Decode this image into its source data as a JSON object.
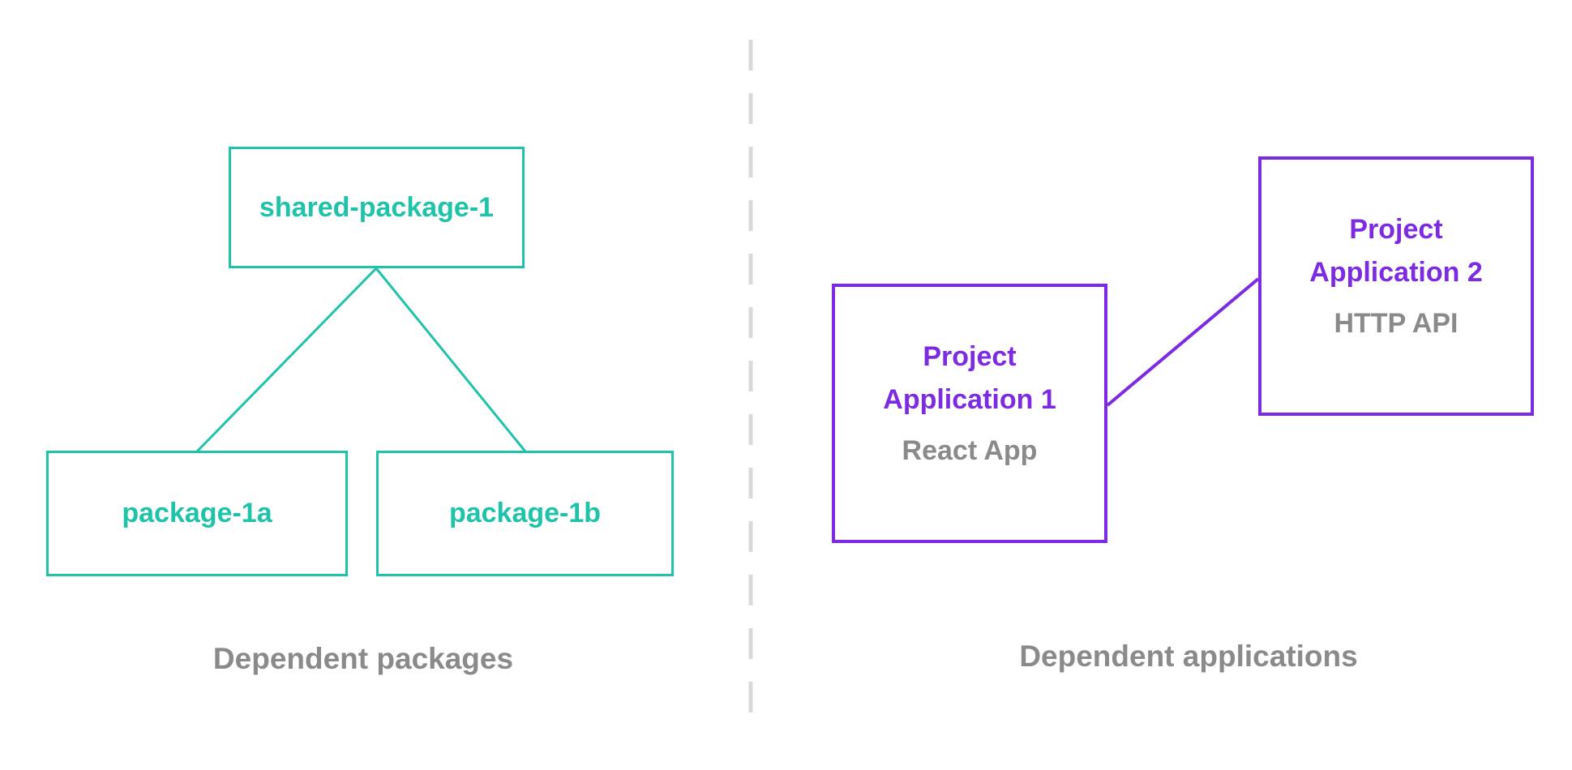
{
  "colors": {
    "teal": "#1FC3AA",
    "purple": "#7C2BE2",
    "subtitle_gray": "#8A8A8A",
    "caption_gray": "#8A8A8A",
    "divider_gray": "#D9D9D9",
    "background": "#FFFFFF"
  },
  "left_panel": {
    "caption": "Dependent packages",
    "nodes": {
      "shared": {
        "label": "shared-package-1"
      },
      "pkg1a": {
        "label": "package-1a"
      },
      "pkg1b": {
        "label": "package-1b"
      }
    },
    "edges": [
      {
        "from": "shared-package-1",
        "to": "package-1a"
      },
      {
        "from": "shared-package-1",
        "to": "package-1b"
      }
    ]
  },
  "right_panel": {
    "caption": "Dependent applications",
    "nodes": {
      "app1": {
        "title": "Project\nApplication 1",
        "subtitle": "React App"
      },
      "app2": {
        "title": "Project\nApplication 2",
        "subtitle": "HTTP API"
      }
    },
    "edges": [
      {
        "from": "Project Application 1",
        "to": "Project Application 2"
      }
    ]
  }
}
